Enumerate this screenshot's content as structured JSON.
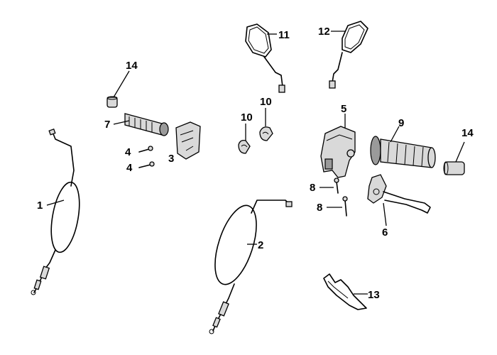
{
  "callouts": {
    "c1": "1",
    "c2": "2",
    "c3": "3",
    "c4a": "4",
    "c4b": "4",
    "c5": "5",
    "c6": "6",
    "c7": "7",
    "c8a": "8",
    "c8b": "8",
    "c9": "9",
    "c10a": "10",
    "c10b": "10",
    "c11": "11",
    "c12": "12",
    "c13": "13",
    "c14a": "14",
    "c14b": "14"
  }
}
